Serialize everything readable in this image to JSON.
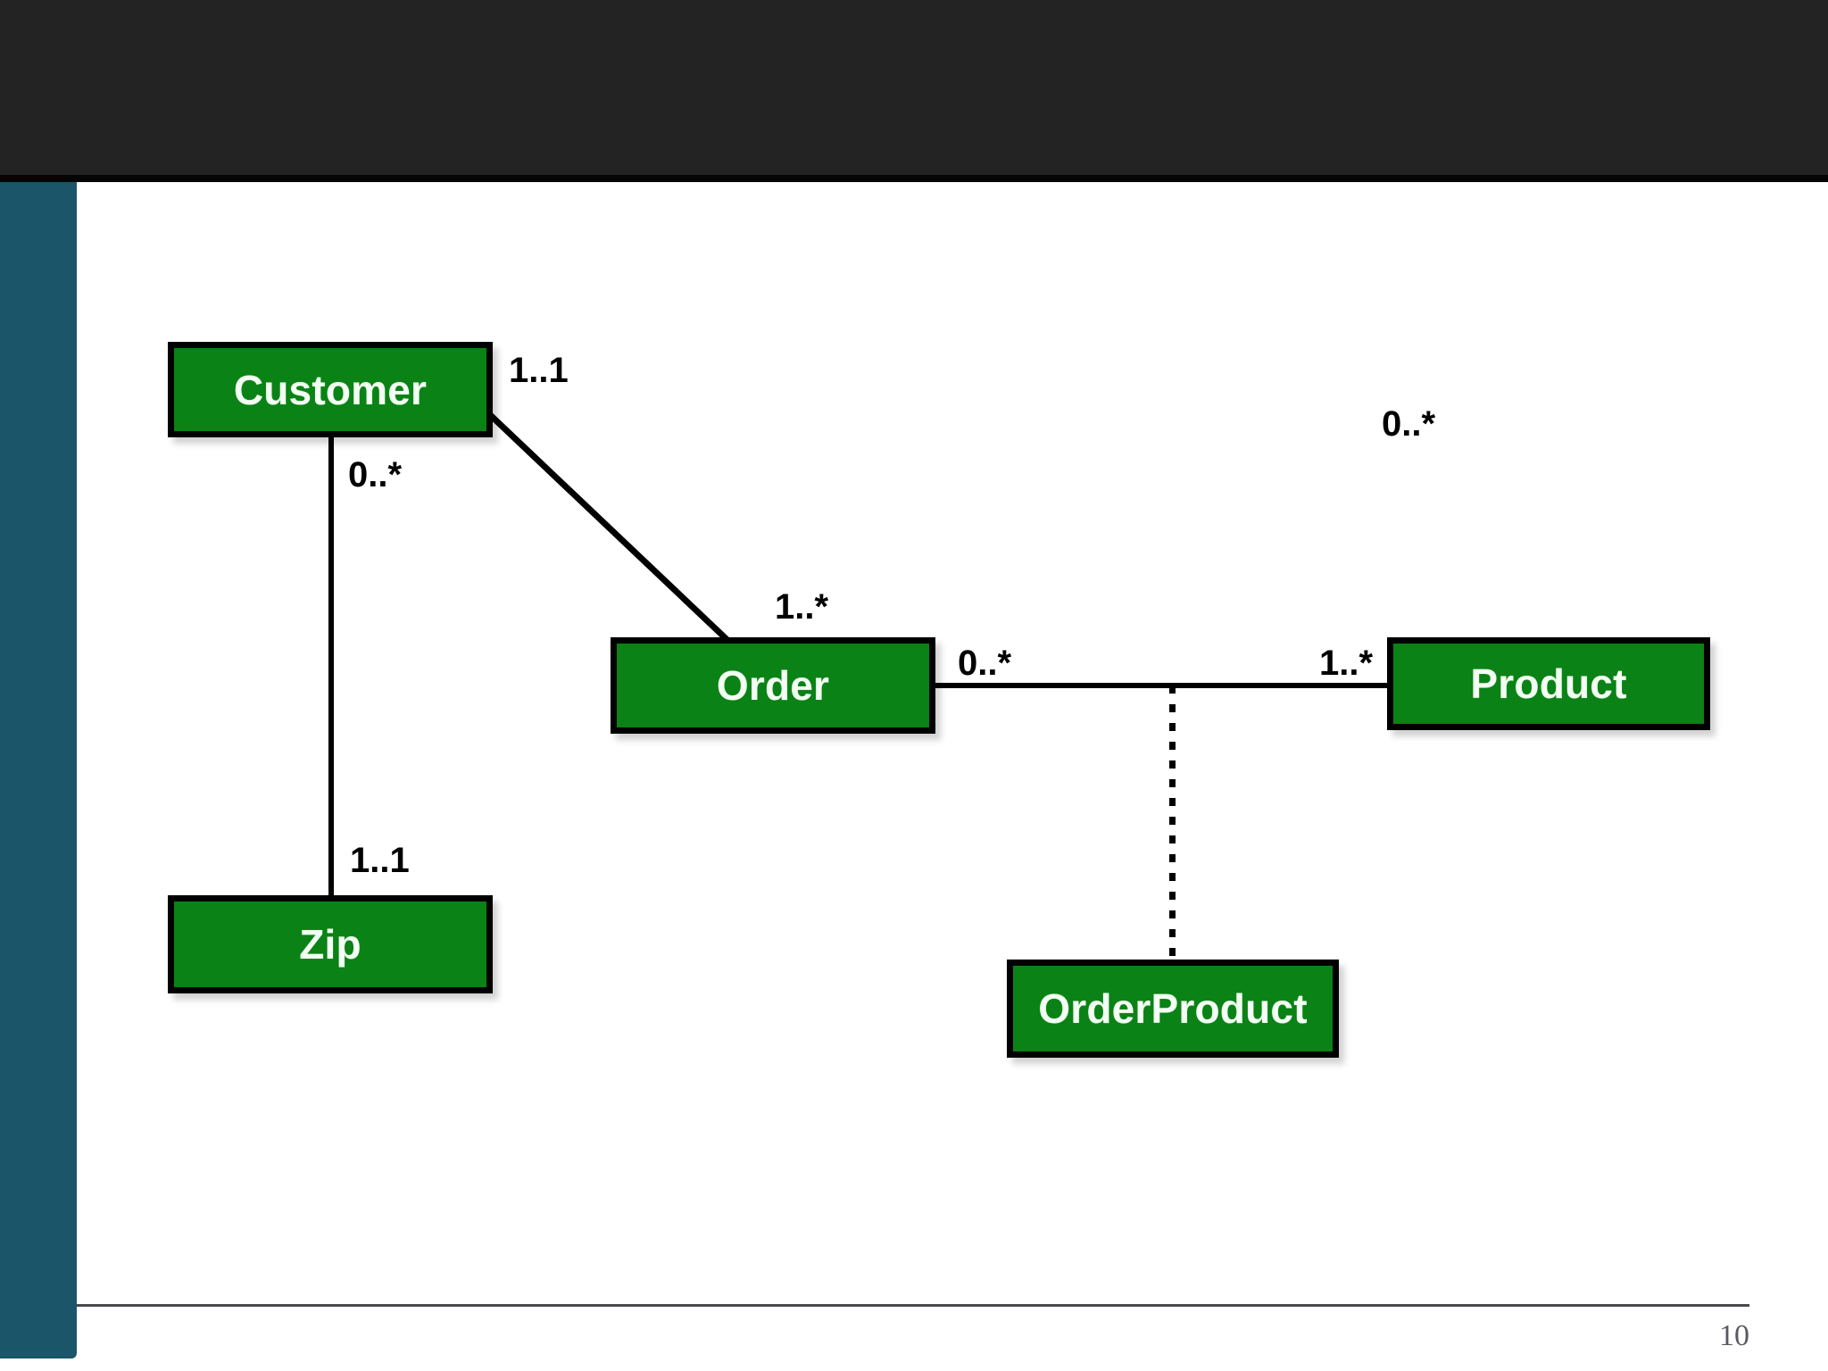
{
  "slide": {
    "page_number": "10",
    "colors": {
      "topbar": "#232323",
      "sidebar": "#1b556a",
      "canvas": "#ffffff",
      "entity_fill": "#0a8215",
      "entity_border": "#000000",
      "entity_text": "#f2fff2",
      "edge": "#000000",
      "footer_rule": "#4a4a52",
      "page_number": "#595965"
    }
  },
  "diagram": {
    "type": "uml-class-diagram",
    "entities": [
      {
        "id": "customer",
        "label": "Customer"
      },
      {
        "id": "order",
        "label": "Order"
      },
      {
        "id": "product",
        "label": "Product"
      },
      {
        "id": "zip",
        "label": "Zip"
      },
      {
        "id": "orderproduct",
        "label": "OrderProduct"
      }
    ],
    "associations": [
      {
        "id": "customer-order",
        "from": "customer",
        "to": "order",
        "style": "solid",
        "orientation": "diagonal",
        "source_multiplicity": "1..1",
        "target_multiplicity": "1..*"
      },
      {
        "id": "customer-zip",
        "from": "customer",
        "to": "zip",
        "style": "solid",
        "orientation": "vertical",
        "source_multiplicity": "0..*",
        "target_multiplicity": "1..1"
      },
      {
        "id": "order-product",
        "from": "order",
        "to": "product",
        "style": "solid",
        "orientation": "horizontal",
        "source_multiplicity": "0..*",
        "target_multiplicity": "1..*"
      },
      {
        "id": "orderproduct-link",
        "from": "order-product",
        "to": "orderproduct",
        "style": "dotted",
        "orientation": "vertical",
        "source_multiplicity": "",
        "target_multiplicity": ""
      }
    ],
    "floating_labels": [
      {
        "id": "floating-mult",
        "text": "0..*"
      }
    ]
  }
}
